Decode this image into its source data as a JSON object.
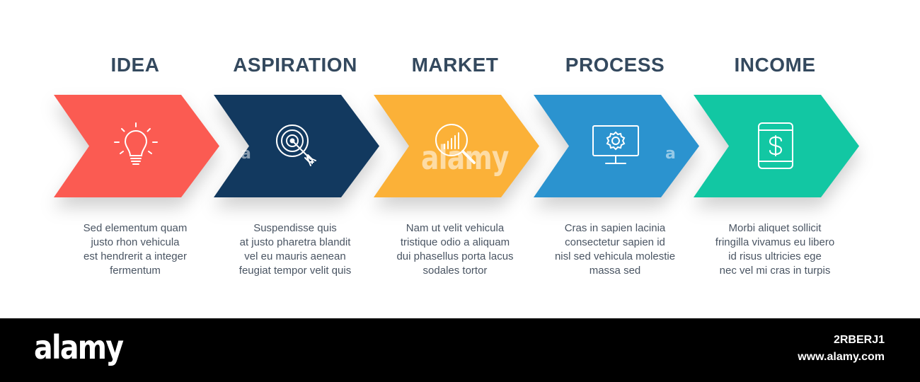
{
  "steps": [
    {
      "title": "IDEA",
      "color": "#fb5b52",
      "icon": "lightbulb-icon",
      "desc": [
        "Sed elementum quam",
        "justo rhon vehicula",
        "est hendrerit a integer",
        "fermentum"
      ]
    },
    {
      "title": "ASPIRATION",
      "color": "#12395f",
      "icon": "target-arrow-icon",
      "desc": [
        "Suspendisse quis",
        "at justo pharetra blandit",
        "vel eu mauris aenean",
        "feugiat tempor velit quis"
      ]
    },
    {
      "title": "MARKET",
      "color": "#fbb138",
      "icon": "magnifier-chart-icon",
      "desc": [
        "Nam ut velit vehicula",
        "tristique odio a aliquam",
        "dui phasellus porta lacus",
        "sodales tortor"
      ]
    },
    {
      "title": "PROCESS",
      "color": "#2b93cf",
      "icon": "monitor-gear-icon",
      "desc": [
        "Cras in sapien lacinia",
        "consectetur sapien id",
        "nisl sed vehicula molestie",
        "massa sed"
      ]
    },
    {
      "title": "INCOME",
      "color": "#12c7a3",
      "icon": "tablet-dollar-icon",
      "desc": [
        "Morbi aliquet sollicit",
        "fringilla vivamus eu libero",
        "id risus ultricies ege",
        "nec vel mi cras in turpis"
      ]
    }
  ],
  "watermark": {
    "center": "alamy",
    "small": "a"
  },
  "footer": {
    "logo": "alamy",
    "image_id": "2RBERJ1",
    "url": "www.alamy.com"
  }
}
